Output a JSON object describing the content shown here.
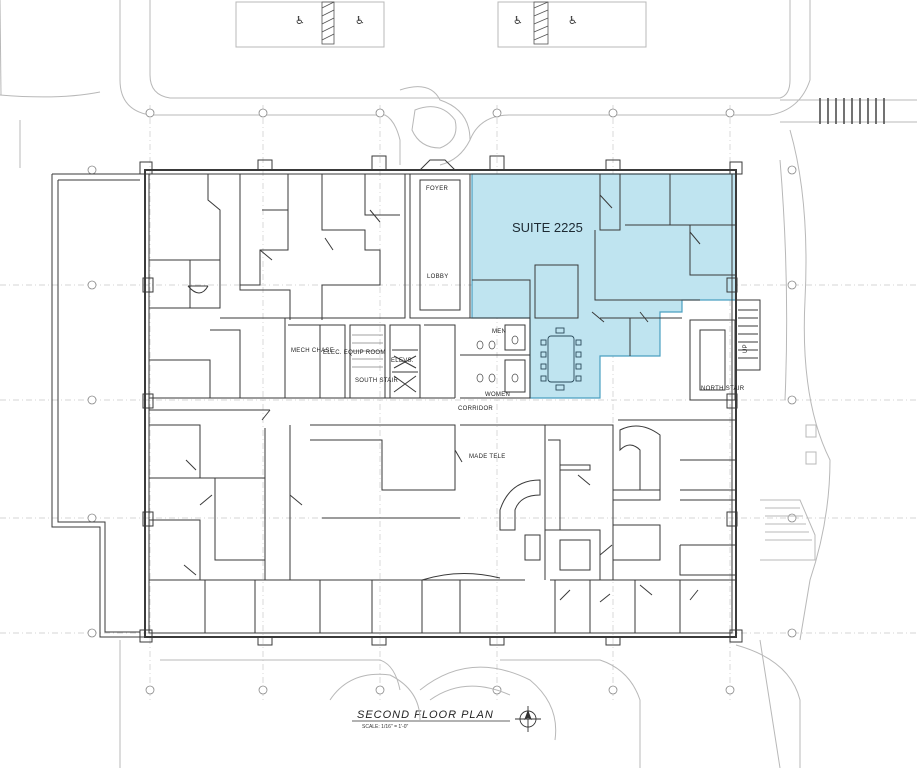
{
  "plan": {
    "suite_label": "SUITE 2225",
    "title": "SECOND FLOOR PLAN",
    "scale": "SCALE: 1/16\" = 1'-0\"",
    "highlight_color": "#bfe4f0",
    "highlight_stroke": "#4a9fc0"
  },
  "rooms": {
    "foyer": "FOYER",
    "lobby": "LOBBY",
    "mech_chase": "MECH CHASE",
    "elec_room": "ELEC. EQUIP ROOM",
    "south_stair": "SOUTH STAIR",
    "elevs": "ELEVS.",
    "men": "MEN",
    "women": "WOMEN",
    "corridor": "CORRIDOR",
    "north_stair": "NORTH STAIR",
    "made_tele": "MADE TELE",
    "up": "UP"
  },
  "icons": {
    "accessible": "accessible-parking-icon",
    "north_arrow": "north-arrow-icon"
  }
}
